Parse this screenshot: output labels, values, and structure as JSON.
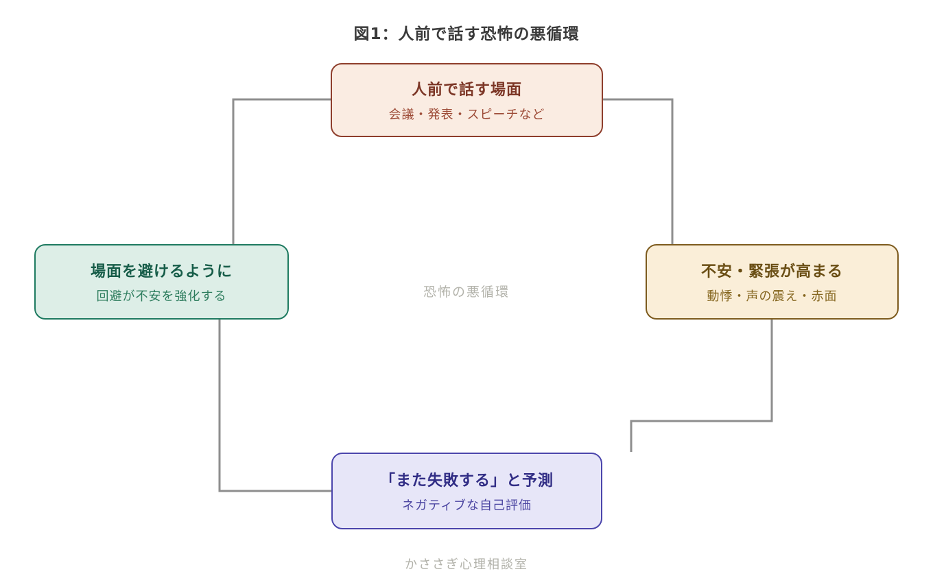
{
  "title": "図1：人前で話す恐怖の悪循環",
  "center_label": "恐怖の悪循環",
  "footer": "かささぎ心理相談室",
  "colors": {
    "connector": "#8e8e8e",
    "page_title_text": "#3a3a3a",
    "center_label_text": "#b4b4ac",
    "footer_text": "#b1b1a9"
  },
  "nodes": {
    "trigger": {
      "title": "人前で話す場面",
      "subtitle": "会議・発表・スピーチなど",
      "bg": "#faece2",
      "border": "#8e3e2c",
      "title_color": "#7c3626",
      "subtitle_color": "#9d4b37"
    },
    "anxiety": {
      "title": "不安・緊張が高まる",
      "subtitle": "動悸・声の震え・赤面",
      "bg": "#faeed8",
      "border": "#7d5b1e",
      "title_color": "#6a4e14",
      "subtitle_color": "#85661f"
    },
    "prediction": {
      "title": "「また失敗する」と予測",
      "subtitle": "ネガティブな自己評価",
      "bg": "#e7e6f8",
      "border": "#4b45ac",
      "title_color": "#312d85",
      "subtitle_color": "#4b45a1"
    },
    "avoidance": {
      "title": "場面を避けるように",
      "subtitle": "回避が不安を強化する",
      "bg": "#ddeee7",
      "border": "#1e7a60",
      "title_color": "#175d49",
      "subtitle_color": "#2e7d5e"
    }
  }
}
